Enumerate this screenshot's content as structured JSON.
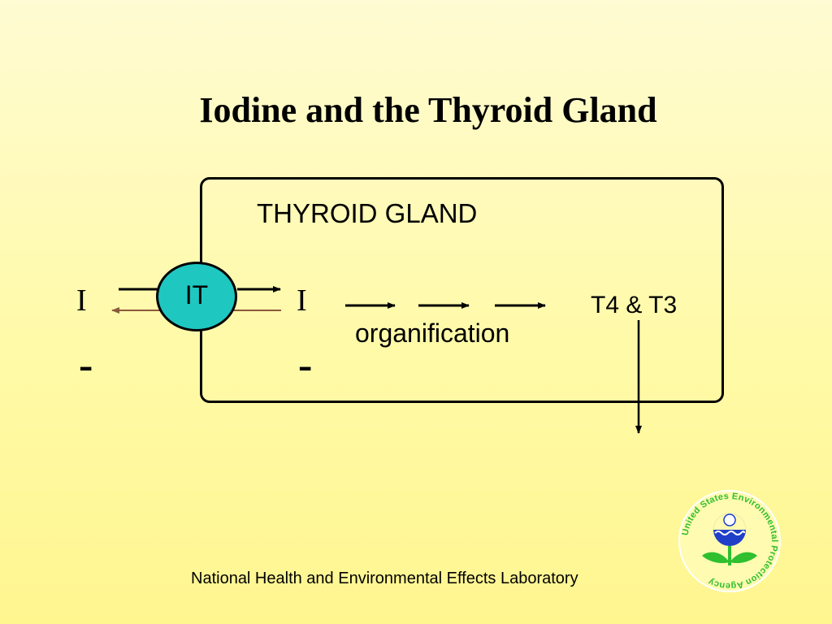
{
  "slide": {
    "title": "Iodine and the Thyroid Gland",
    "footer": "National Health and Environmental Effects Laboratory"
  },
  "diagram": {
    "gland_label": "THYROID GLAND",
    "transporter_label": "IT",
    "iodine_outside": "I",
    "iodine_inside": "I",
    "minus_outside": "-",
    "minus_inside": "-",
    "process_label": "organification",
    "product_label": "T4 & T3"
  },
  "colors": {
    "transporter_fill": "#1fc7c1",
    "efflux_arrow": "#8b5a3c",
    "logo_green": "#2fbf2f",
    "logo_blue": "#1f3fc8"
  },
  "logo": {
    "icon": "epa-flower-logo-icon",
    "ring_text": "United States Environmental Protection Agency"
  }
}
